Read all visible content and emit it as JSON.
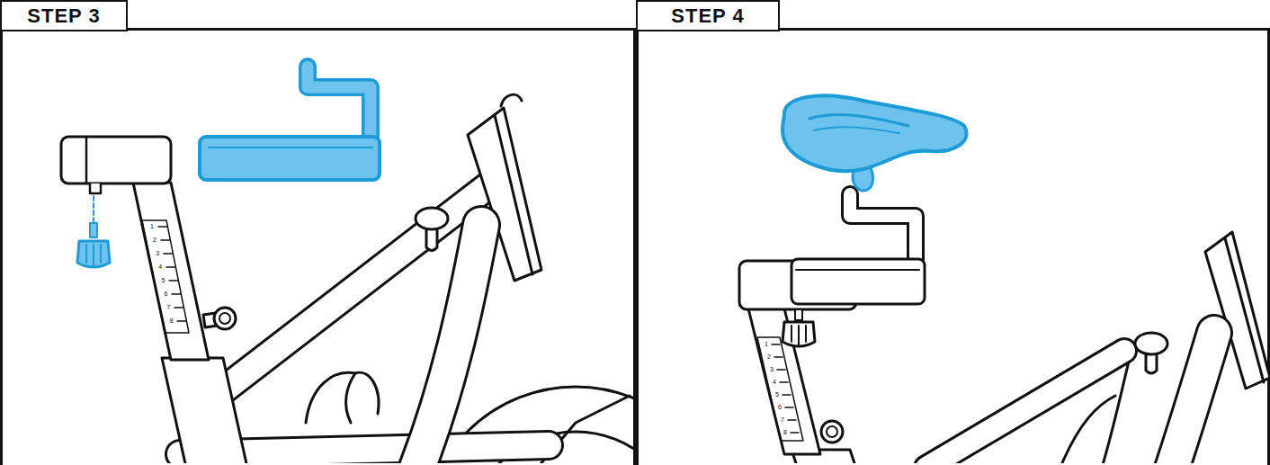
{
  "diagram": {
    "nodes": [
      {
        "text": [
          "STEP 3"
        ]
      },
      {
        "text": [
          "STEP 4"
        ]
      }
    ],
    "labels": [
      "1",
      "2",
      "3",
      "4",
      "5",
      "6",
      "7",
      "8",
      "1",
      "2",
      "3",
      "4",
      "5",
      "6",
      "7",
      "8"
    ]
  }
}
